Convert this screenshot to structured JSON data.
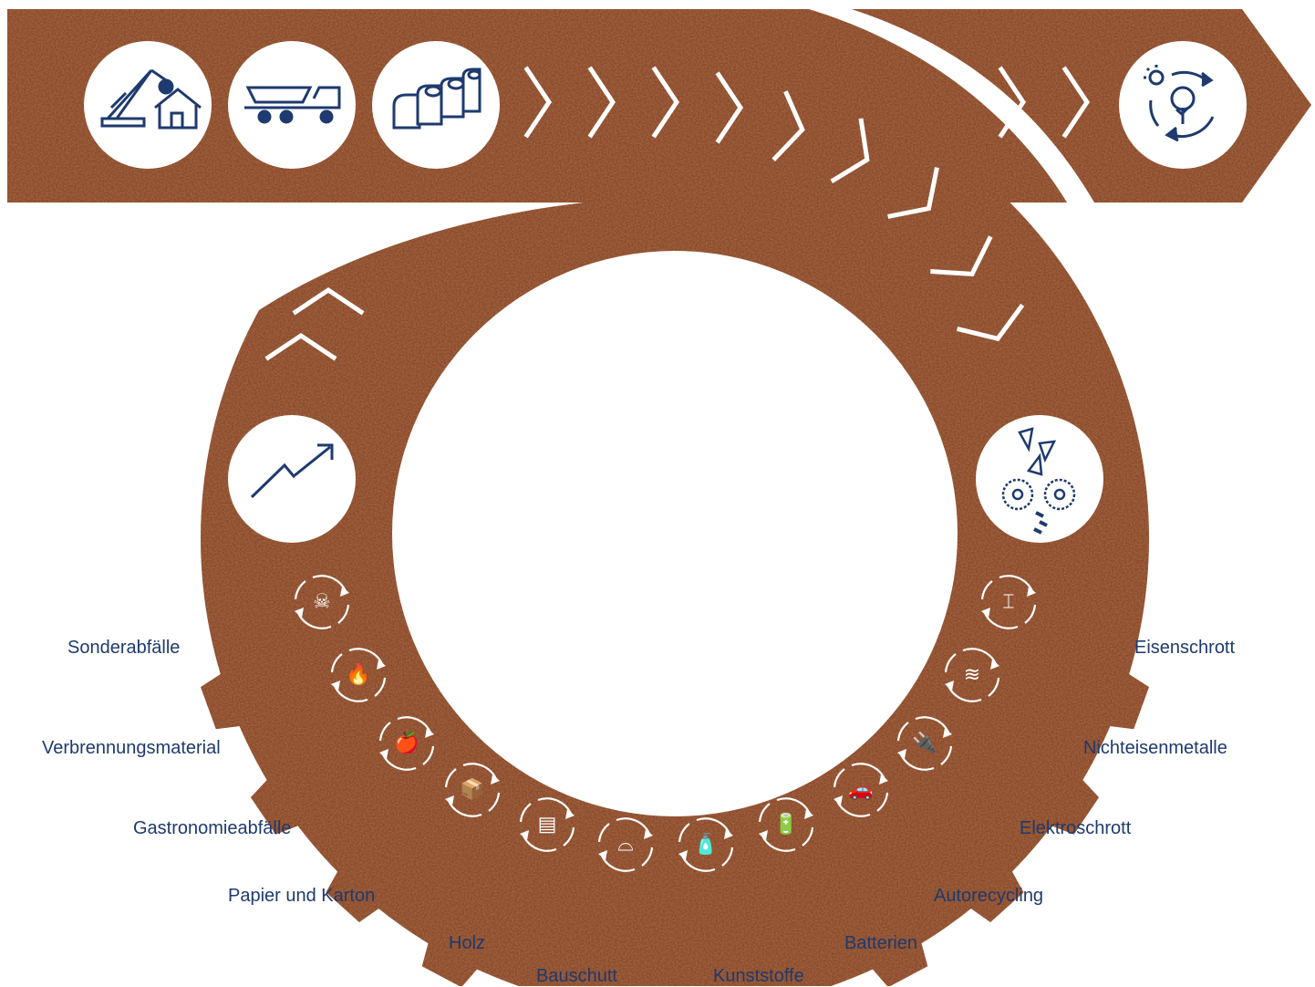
{
  "colors": {
    "rust": "#8d4a2a",
    "rust_dark": "#6e3519",
    "navy": "#1e3a6e",
    "white": "#ffffff"
  },
  "process_icons": [
    {
      "name": "demolition-crane-icon"
    },
    {
      "name": "container-truck-icon"
    },
    {
      "name": "storage-silos-icon"
    },
    {
      "name": "shredder-gears-icon"
    },
    {
      "name": "rising-trend-icon"
    },
    {
      "name": "environment-cycle-icon"
    }
  ],
  "materials_left": [
    {
      "label": "Sonderabfälle",
      "icon": "skull-crossbones-icon"
    },
    {
      "label": "Verbrennungsmaterial",
      "icon": "fire-icon"
    },
    {
      "label": "Gastronomieabfälle",
      "icon": "apple-core-icon"
    },
    {
      "label": "Papier und Karton",
      "icon": "cardboard-box-icon"
    },
    {
      "label": "Holz",
      "icon": "wood-planks-icon"
    },
    {
      "label": "Bauschutt",
      "icon": "rubble-icon"
    }
  ],
  "materials_right": [
    {
      "label": "Kunststoffe",
      "icon": "plastic-bottle-icon"
    },
    {
      "label": "Batterien",
      "icon": "battery-icon"
    },
    {
      "label": "Autorecycling",
      "icon": "car-icon"
    },
    {
      "label": "Elektroschrott",
      "icon": "plug-icon"
    },
    {
      "label": "Nichteisenmetalle",
      "icon": "cable-bundle-icon"
    },
    {
      "label": "Eisenschrott",
      "icon": "steel-beams-icon"
    }
  ]
}
